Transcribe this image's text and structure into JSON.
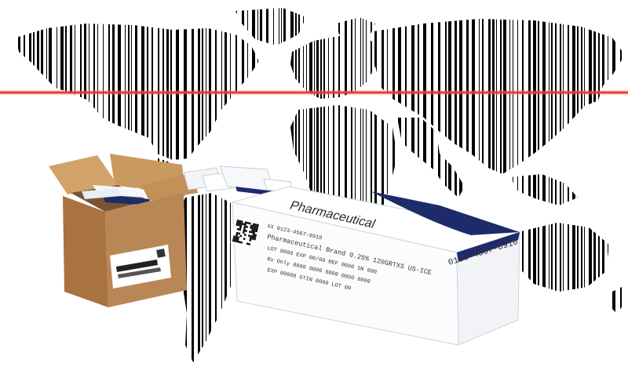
{
  "illustration": {
    "scan_line_color": "#e8251c",
    "barcode_color": "#000000",
    "navy_accent": "#1d2b6b",
    "carton_color": "#b98656"
  },
  "package": {
    "brand": "Pharmaceutical",
    "serial_number": "0123-4567-8910",
    "label_lines": [
      "XX 0123-4567-8910",
      "Pharmaceutical Brand 0.25% 120GRTXS US-ICE",
      "LOT 0000 EXP 00/00 REF 0000 SN 000",
      "Rx Only 0000 0000 0000 0000 0000",
      "EXP 00000 GTIN 0000 LOT 00"
    ]
  }
}
